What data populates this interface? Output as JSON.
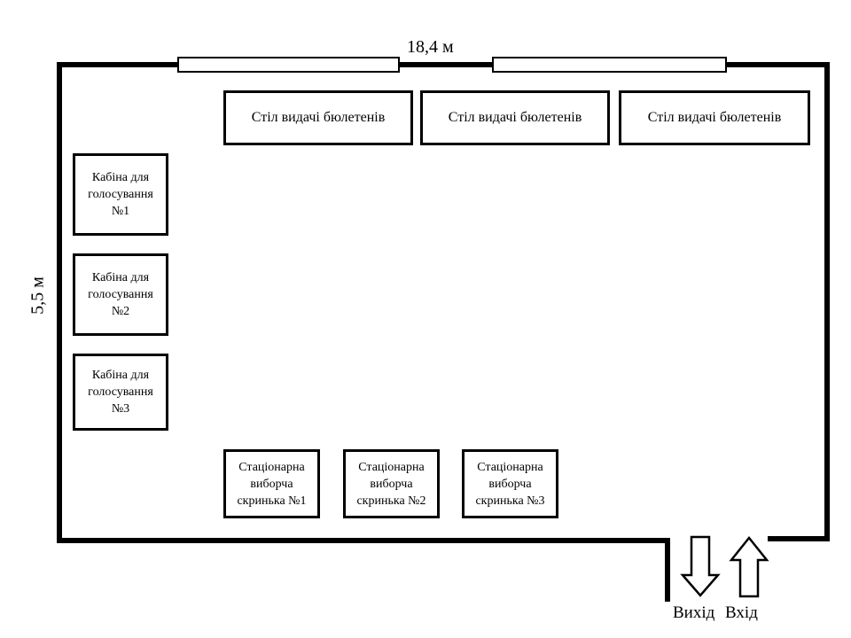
{
  "dimensions": {
    "width_label": "18,4 м",
    "height_label": "5,5 м"
  },
  "desks": [
    {
      "label": "Стіл видачі бюлетенів"
    },
    {
      "label": "Стіл видачі бюлетенів"
    },
    {
      "label": "Стіл видачі бюлетенів"
    }
  ],
  "booths": [
    {
      "line1": "Кабіна для",
      "line2": "голосування",
      "line3": "№1"
    },
    {
      "line1": "Кабіна для",
      "line2": "голосування",
      "line3": "№2"
    },
    {
      "line1": "Кабіна для",
      "line2": "голосування",
      "line3": "№3"
    }
  ],
  "urns": [
    {
      "line1": "Стаціонарна",
      "line2": "виборча",
      "line3": "скринька №1"
    },
    {
      "line1": "Стаціонарна",
      "line2": "виборча",
      "line3": "скринька №2"
    },
    {
      "line1": "Стаціонарна",
      "line2": "виборча",
      "line3": "скринька №3"
    }
  ],
  "doors": {
    "exit_label": "Вихід",
    "entry_label": "Вхід"
  }
}
